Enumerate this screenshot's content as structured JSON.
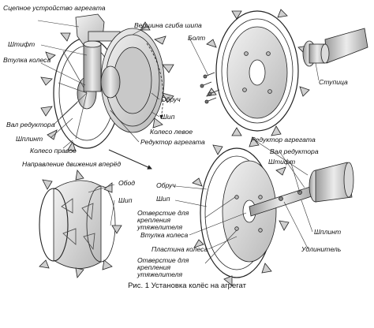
{
  "figure": {
    "caption": "Рис. 1 Установка колёс на агрегат"
  },
  "labels": {
    "coupling": "Сцепное устройство агрегата",
    "pin_top": "Штифт",
    "hub_sleeve": "Втулка колеса",
    "spike_bend_top": "Вершина сгиба шипа",
    "bolt": "Болт",
    "hub": "Ступица",
    "rim_top": "Обруч",
    "spike_top": "Шип",
    "left_wheel": "Колесо левое",
    "reducer_shaft": "Вал редуктора",
    "cotter_pin": "Шплинт",
    "right_wheel": "Колесо правое",
    "reducer": "Редуктор агрегата",
    "forward_dir": "Направление движения вперёд",
    "reducer_bottom": "Редуктор агрегата",
    "reducer_shaft_bottom": "Вал редуктора",
    "pin_bottom": "Штифт",
    "obod": "Обод",
    "spike_left": "Шип",
    "rim_mid": "Обруч",
    "spike_mid": "Шип",
    "weight_hole": "Отверстие для крепления утяжелителя",
    "hub_sleeve_bottom": "Втулка колеса",
    "wheel_plate": "Пластина колеса",
    "weight_hole_bottom": "Отверстие для крепления утяжелителя",
    "cotter_bottom": "Шплинт",
    "extender": "Удлинитель"
  },
  "colors": {
    "line": "#222222",
    "metal_light": "#e6e6e6",
    "metal_mid": "#bdbdbd",
    "metal_dark": "#8a8a8a"
  }
}
